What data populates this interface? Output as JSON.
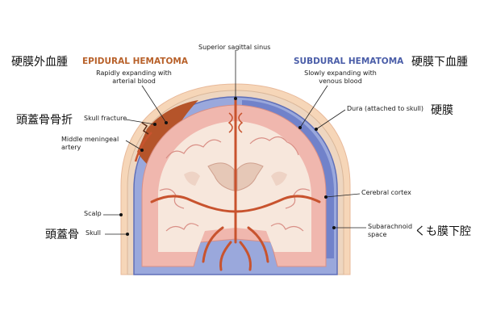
{
  "titles": {
    "epidural": "EPIDURAL HEMATOMA",
    "subdural": "SUBDURAL HEMATOMA"
  },
  "labels": {
    "superior_sagittal_sinus": "Superior sagittal sinus",
    "epidural_desc_1": "Rapidly expanding with",
    "epidural_desc_2": "arterial blood",
    "subdural_desc_1": "Slowly expanding with",
    "subdural_desc_2": "venous blood",
    "skull_fracture": "Skull fracture",
    "middle_meningeal_1": "Middle meningeal",
    "middle_meningeal_2": "artery",
    "dura": "Dura (attached to skull)",
    "cerebral_cortex": "Cerebral cortex",
    "scalp": "Scalp",
    "skull": "Skull",
    "subarachnoid_1": "Subarachnoid",
    "subarachnoid_2": "space"
  },
  "japanese": {
    "epidural": "硬膜外血腫",
    "subdural": "硬膜下血腫",
    "skull_fracture": "頭蓋骨骨折",
    "dura": "硬膜",
    "skull": "頭蓋骨",
    "subarachnoid": "くも膜下腔"
  },
  "colors": {
    "scalp": "#f6d6b8",
    "skull": "#eed6c0",
    "dura_blue": "#8a9ad6",
    "subdural_blood": "#6f7fc8",
    "epidural_blood": "#b5542a",
    "cortex_pink": "#f0b7ae",
    "white_matter": "#f7e7dc",
    "vessel": "#c8532e",
    "epi_title": "#b8612a",
    "sub_title": "#4a5da8"
  }
}
